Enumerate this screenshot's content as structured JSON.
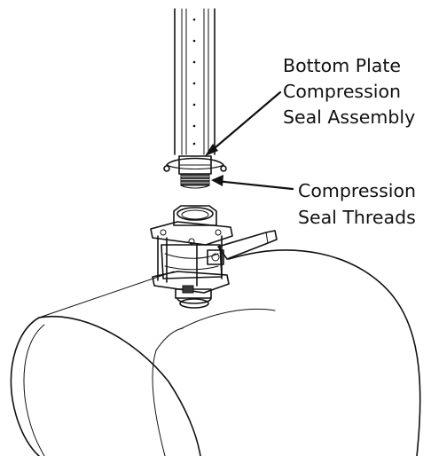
{
  "callouts": {
    "bottom_plate": [
      "Bottom Plate",
      "Compression",
      "Seal Assembly"
    ],
    "threads": [
      "Compression",
      "Seal Threads"
    ]
  },
  "colors": {
    "ink": "#111111",
    "paper": "#ffffff",
    "shade": "#3a3a3a"
  }
}
